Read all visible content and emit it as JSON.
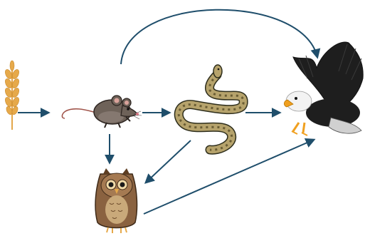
{
  "diagram": {
    "organisms": [
      {
        "id": "wheat",
        "icon": "wheat-icon"
      },
      {
        "id": "mouse",
        "icon": "mouse-icon"
      },
      {
        "id": "snake",
        "icon": "snake-icon"
      },
      {
        "id": "eagle",
        "icon": "eagle-icon"
      },
      {
        "id": "owl",
        "icon": "owl-icon"
      }
    ],
    "links": [
      {
        "from": "wheat",
        "to": "mouse"
      },
      {
        "from": "mouse",
        "to": "snake"
      },
      {
        "from": "snake",
        "to": "eagle"
      },
      {
        "from": "mouse",
        "to": "eagle"
      },
      {
        "from": "mouse",
        "to": "owl"
      },
      {
        "from": "snake",
        "to": "owl"
      },
      {
        "from": "owl",
        "to": "eagle"
      }
    ],
    "colors": {
      "arrow": "#1f4e6b",
      "wheat": "#e6a94a",
      "mouse": "#6e6259",
      "snake": "#b6a36c",
      "eagle": "#1e1e1e",
      "owl": "#8a6240"
    }
  }
}
